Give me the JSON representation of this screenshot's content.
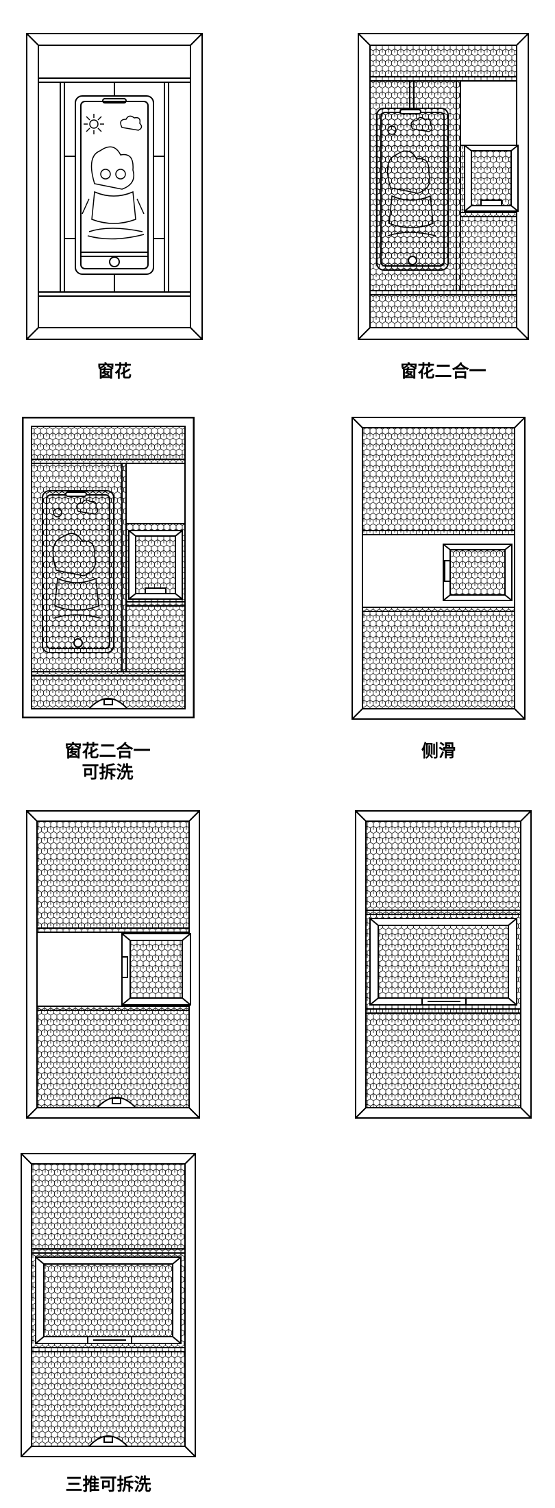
{
  "colors": {
    "line": "#000000",
    "background": "#ffffff"
  },
  "diagram": {
    "items": [
      {
        "id": "window-grille",
        "lines": [
          "窗花"
        ]
      },
      {
        "id": "grille-two-in-one",
        "lines": [
          "窗花二合一"
        ]
      },
      {
        "id": "grille-two-in-one-removable",
        "lines": [
          "窗花二合一",
          "可拆洗"
        ]
      },
      {
        "id": "side-sliding",
        "lines": [
          "侧滑"
        ]
      },
      {
        "id": "side-sliding-removable",
        "lines": []
      },
      {
        "id": "triple-slide",
        "lines": []
      },
      {
        "id": "triple-slide-removable",
        "lines": [
          "三推可拆洗"
        ]
      }
    ]
  }
}
